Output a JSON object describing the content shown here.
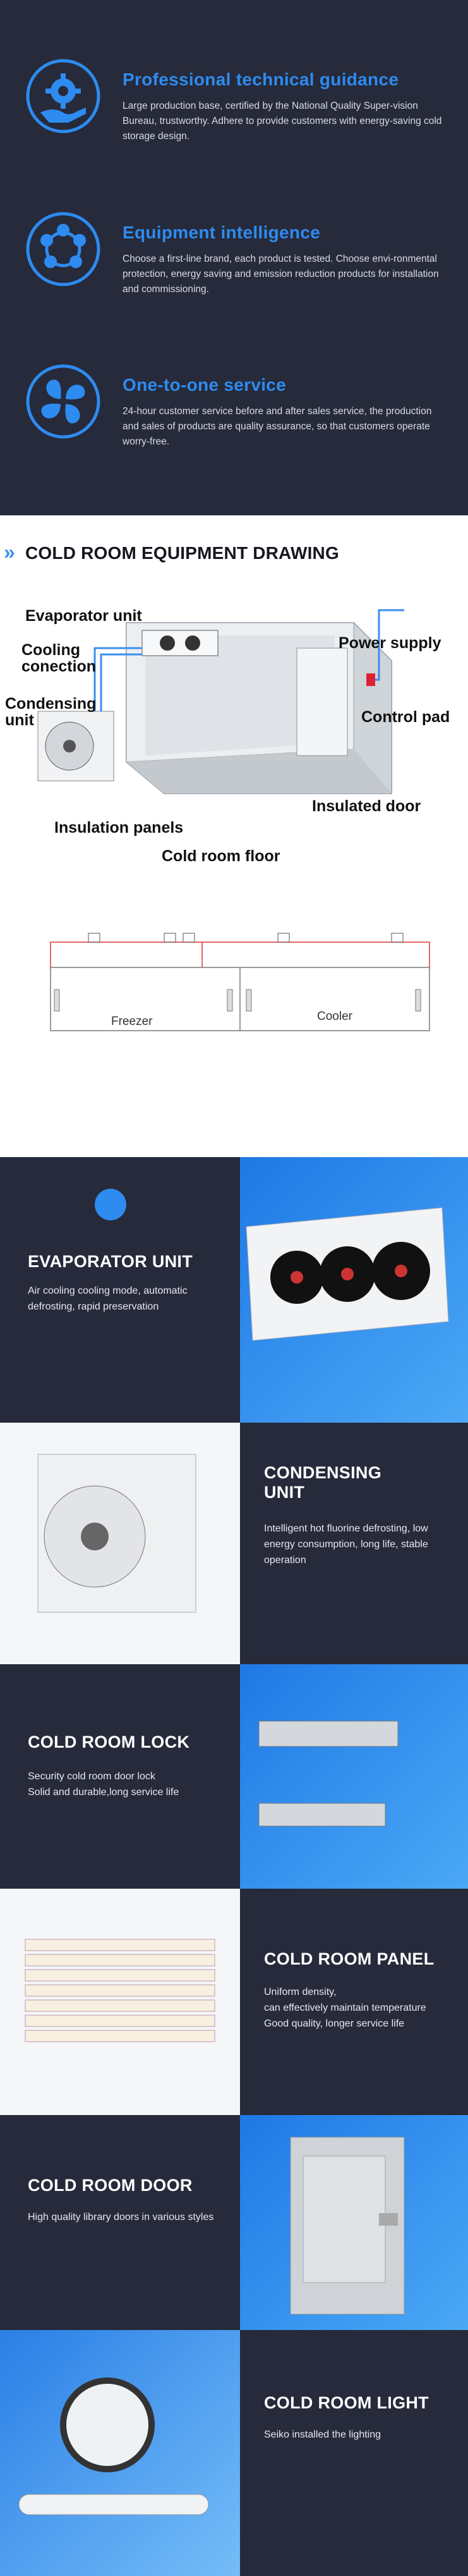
{
  "features": [
    {
      "title": "Professional technical guidance",
      "desc": "Large production base, certified by the National Quality Super-vision Bureau, trustworthy. Adhere to provide customers with energy-saving cold storage design.",
      "icon": "gear-hand-icon"
    },
    {
      "title": "Equipment intelligence",
      "desc": "Choose a first-line brand, each product is tested. Choose envi-ronmental protection, energy saving and emission reduction products for installation and commissioning.",
      "icon": "network-cycle-icon"
    },
    {
      "title": "One-to-one service",
      "desc": "24-hour customer service before and after sales service, the production and sales of products are quality assurance, so that customers operate worry-free.",
      "icon": "fan-icon"
    }
  ],
  "drawing": {
    "header": "COLD ROOM EQUIPMENT DRAWING",
    "labels": {
      "evaporator": "Evaporator unit",
      "cooling": "Cooling\nconection",
      "condensing": "Condensing\nunit",
      "power": "Power supply",
      "control": "Control pad",
      "panels": "Insulation panels",
      "door": "Insulated door",
      "floor": "Cold room floor"
    },
    "plan": {
      "room1": "Freezer",
      "room2": "Cooler"
    }
  },
  "products": [
    {
      "title": "EVAPORATOR UNIT",
      "desc": "Air cooling cooling mode, automatic defrosting, rapid preservation"
    },
    {
      "title": "CONDENSING\nUNIT",
      "desc": "Intelligent hot fluorine defrosting, low energy consumption, long life, stable operation"
    },
    {
      "title": "COLD ROOM LOCK",
      "desc": "Security cold room door lock\nSolid and durable,long service life"
    },
    {
      "title": "COLD ROOM PANEL",
      "desc": "Uniform density,\ncan effectively maintain temperature\nGood quality, longer service life"
    },
    {
      "title": "COLD ROOM DOOR",
      "desc": "High quality library doors in various styles"
    },
    {
      "title": "COLD ROOM LIGHT",
      "desc": "Seiko installed the lighting"
    }
  ],
  "colors": {
    "accent": "#2e8bf0",
    "dark": "#262a3a",
    "blue": "#2f8cee"
  }
}
